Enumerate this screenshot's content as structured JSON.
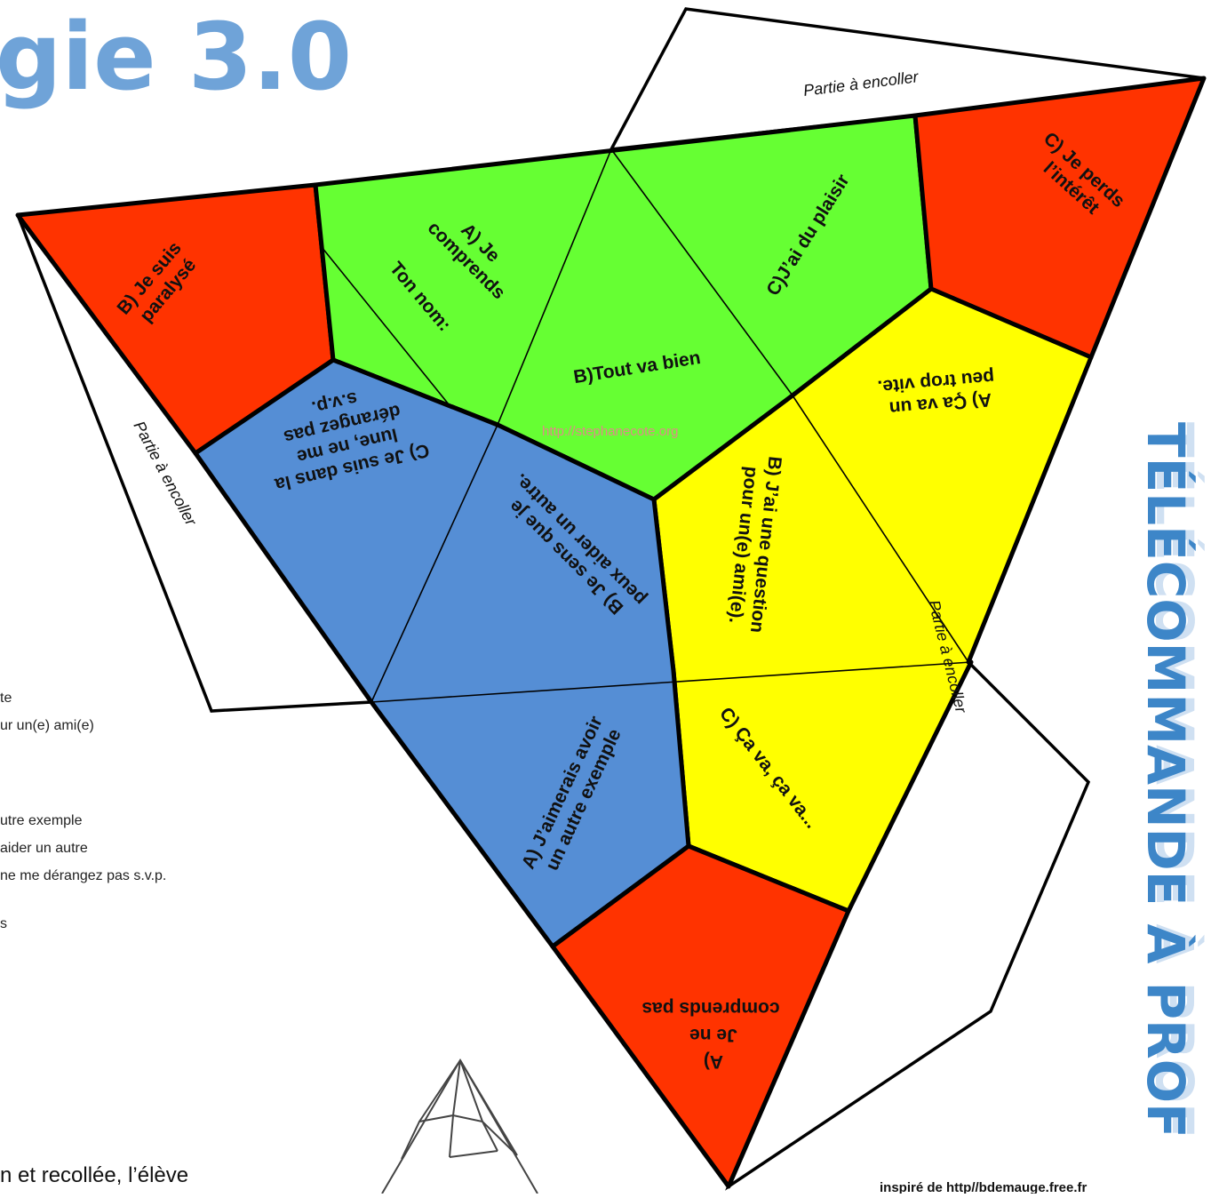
{
  "title": "gie 3.0",
  "side_brand": "TÉLÉCOMMANDE À PROF",
  "glue_label": "Partie à encoller",
  "watermark": "http://stephanecote.org",
  "credit": "inspiré de http//bdemauge.free.fr",
  "bottom_text": "n et recollée, l’élève",
  "background_lines": [
    "te",
    "ur un(e) ami(e)",
    "utre exemple",
    "aider un autre",
    "ne me dérangez pas s.v.p.",
    "s"
  ],
  "faces": {
    "b_paralyse": [
      "B) Je suis",
      "paralysé"
    ],
    "a_comprends": [
      "A) Je",
      "comprends"
    ],
    "ton_nom": "Ton nom:",
    "c_plaisir": "C)J’ai du plaisir",
    "c_interet": [
      "C) Je perds",
      "l’intérêt"
    ],
    "b_tout_va_bien": "B)Tout va bien",
    "c_lune": [
      "C) Je suis dans la",
      "lune, ne me",
      "dérangez pas",
      "s.v.p."
    ],
    "b_aider": [
      "B) Je sens que je",
      "peux aider un autre."
    ],
    "b_question": [
      "B) J’ai une question",
      "pour un(e) ami(e)."
    ],
    "a_vite": [
      "A) Ça va un",
      "peu trop vite."
    ],
    "a_exemple": [
      "A) J’aimerais avoir",
      "un autre exemple"
    ],
    "c_cava": "C) Ça va, ça va...",
    "a_comprends_pas": [
      "A)",
      "Je ne",
      "comprends pas"
    ]
  },
  "colors": {
    "red": "#ff3300",
    "green": "#66ff33",
    "blue": "#558ed5",
    "yellow": "#ffff00",
    "title_blue": "#6fa3d8",
    "brand_blue": "#3d86c8"
  }
}
